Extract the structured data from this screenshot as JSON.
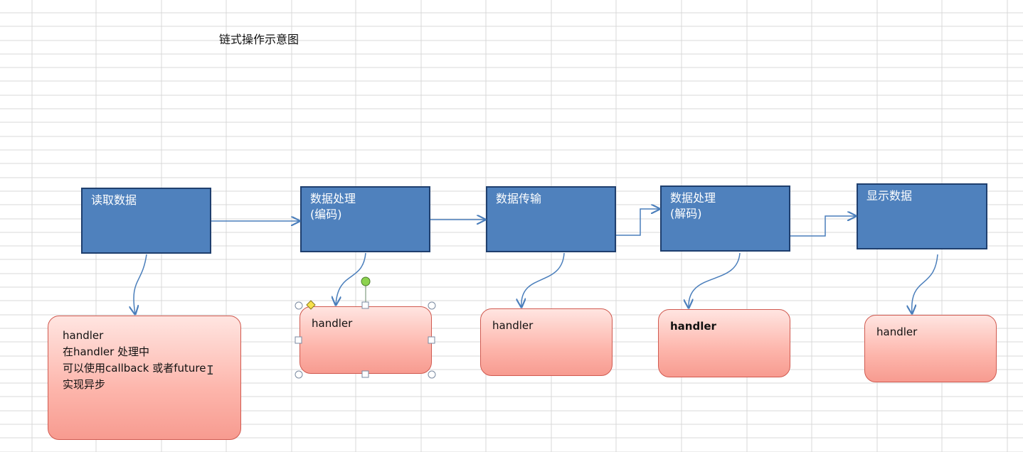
{
  "title": "链式操作示意图",
  "stages": [
    {
      "lines": [
        "读取数据"
      ]
    },
    {
      "lines": [
        "数据处理",
        "(编码)"
      ]
    },
    {
      "lines": [
        "数据传输"
      ]
    },
    {
      "lines": [
        "数据处理",
        "(解码)"
      ]
    },
    {
      "lines": [
        "显示数据"
      ]
    }
  ],
  "handlers": [
    {
      "lines": [
        "handler",
        "在handler 处理中",
        "可以使用callback 或者future",
        "实现异步"
      ]
    },
    {
      "lines": [
        "handler"
      ],
      "selected": true
    },
    {
      "lines": [
        "handler"
      ]
    },
    {
      "lines": [
        "handler"
      ],
      "bold": true
    },
    {
      "lines": [
        "handler"
      ]
    }
  ],
  "colors": {
    "stage_fill": "#4f81bd",
    "stage_border": "#1f3f6e",
    "handler_border": "#d05a50",
    "connector": "#4a7ebb",
    "grid": "#d9d9d9"
  },
  "icons": {
    "cursor": "i-beam-cursor-icon",
    "rotate_handle": "rotate-handle-icon",
    "adjust_handle": "adjust-handle-icon"
  }
}
